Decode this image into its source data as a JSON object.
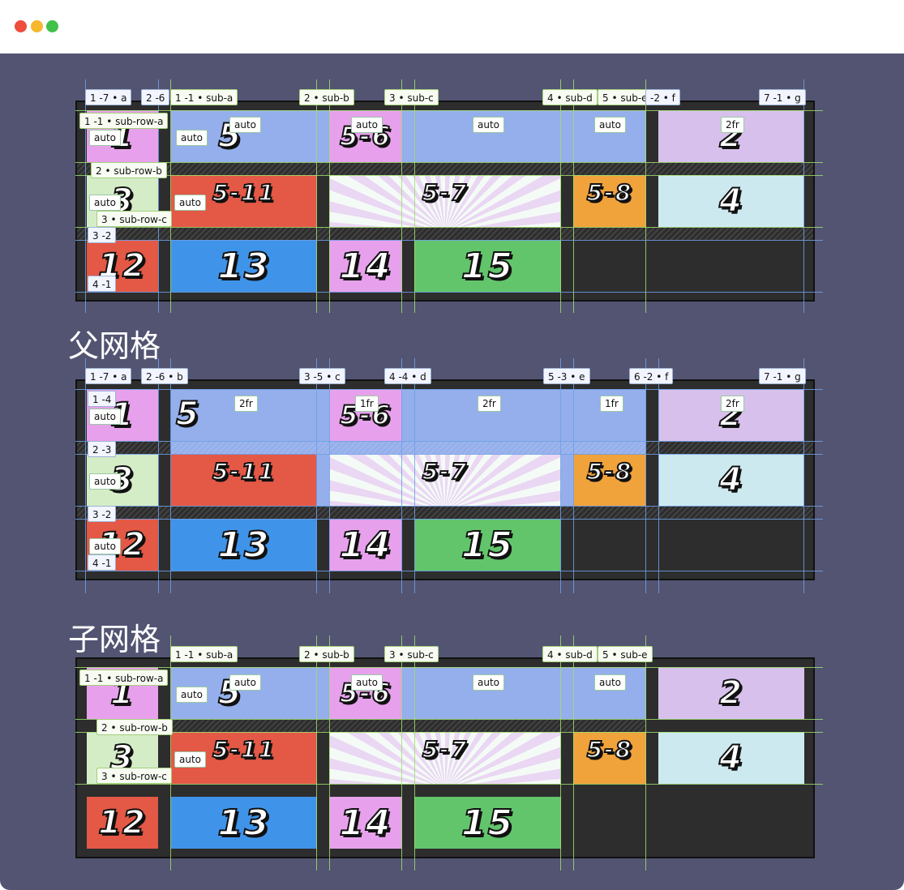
{
  "window": {
    "title": ""
  },
  "colors": {
    "background": "#525472",
    "grid_bg": "#2d2d2d",
    "pink": "#e7a1ec",
    "blue_light": "#94afeb",
    "lilac": "#d7c1ec",
    "green_light": "#d4edc7",
    "red": "#e45846",
    "cyan_light": "#cde9f0",
    "orange": "#f0a23b",
    "blue": "#3f94ea",
    "green": "#62c56b"
  },
  "sections": {
    "parent_title": "父网格",
    "child_title": "子网格"
  },
  "cells": {
    "c1": "1",
    "c2": "2",
    "c3": "3",
    "c4": "4",
    "c5": "5",
    "c56": "5-6",
    "c511": "5-11",
    "c57": "5-7",
    "c58": "5-8",
    "c12": "12",
    "c13": "13",
    "c14": "14",
    "c15": "15"
  },
  "panel1": {
    "col_labels": [
      "1  -7 • a",
      "2  -6",
      "1  -1 • sub-a",
      "2 • sub-b",
      "3 • sub-c",
      "4 • sub-d",
      "5 • sub-e",
      "-2 • f",
      "7  -1 • g"
    ],
    "row_labels": [
      "1  -1 • sub-row-a",
      "2 • sub-row-b",
      "3 • sub-row-c",
      "3  -2",
      "4  -1"
    ],
    "sizes": [
      "auto",
      "auto",
      "auto",
      "auto",
      "auto",
      "2fr",
      "auto",
      "auto",
      "auto"
    ]
  },
  "panel2": {
    "col_labels": [
      "1  -7 • a",
      "2  -6 • b",
      "3  -5 • c",
      "4  -4 • d",
      "5  -3 • e",
      "6  -2 • f",
      "7  -1 • g"
    ],
    "row_labels": [
      "1  -4",
      "2  -3",
      "3  -2",
      "4  -1"
    ],
    "sizes": [
      "2fr",
      "1fr",
      "2fr",
      "1fr",
      "2fr",
      "auto",
      "auto",
      "auto"
    ]
  },
  "panel3": {
    "col_labels": [
      "1  -1 • sub-a",
      "2 • sub-b",
      "3 • sub-c",
      "4 • sub-d",
      "5 • sub-e"
    ],
    "row_labels": [
      "1  -1 • sub-row-a",
      "2 • sub-row-b",
      "3 • sub-row-c"
    ],
    "sizes": [
      "auto",
      "auto",
      "auto",
      "auto",
      "auto",
      "auto"
    ]
  }
}
